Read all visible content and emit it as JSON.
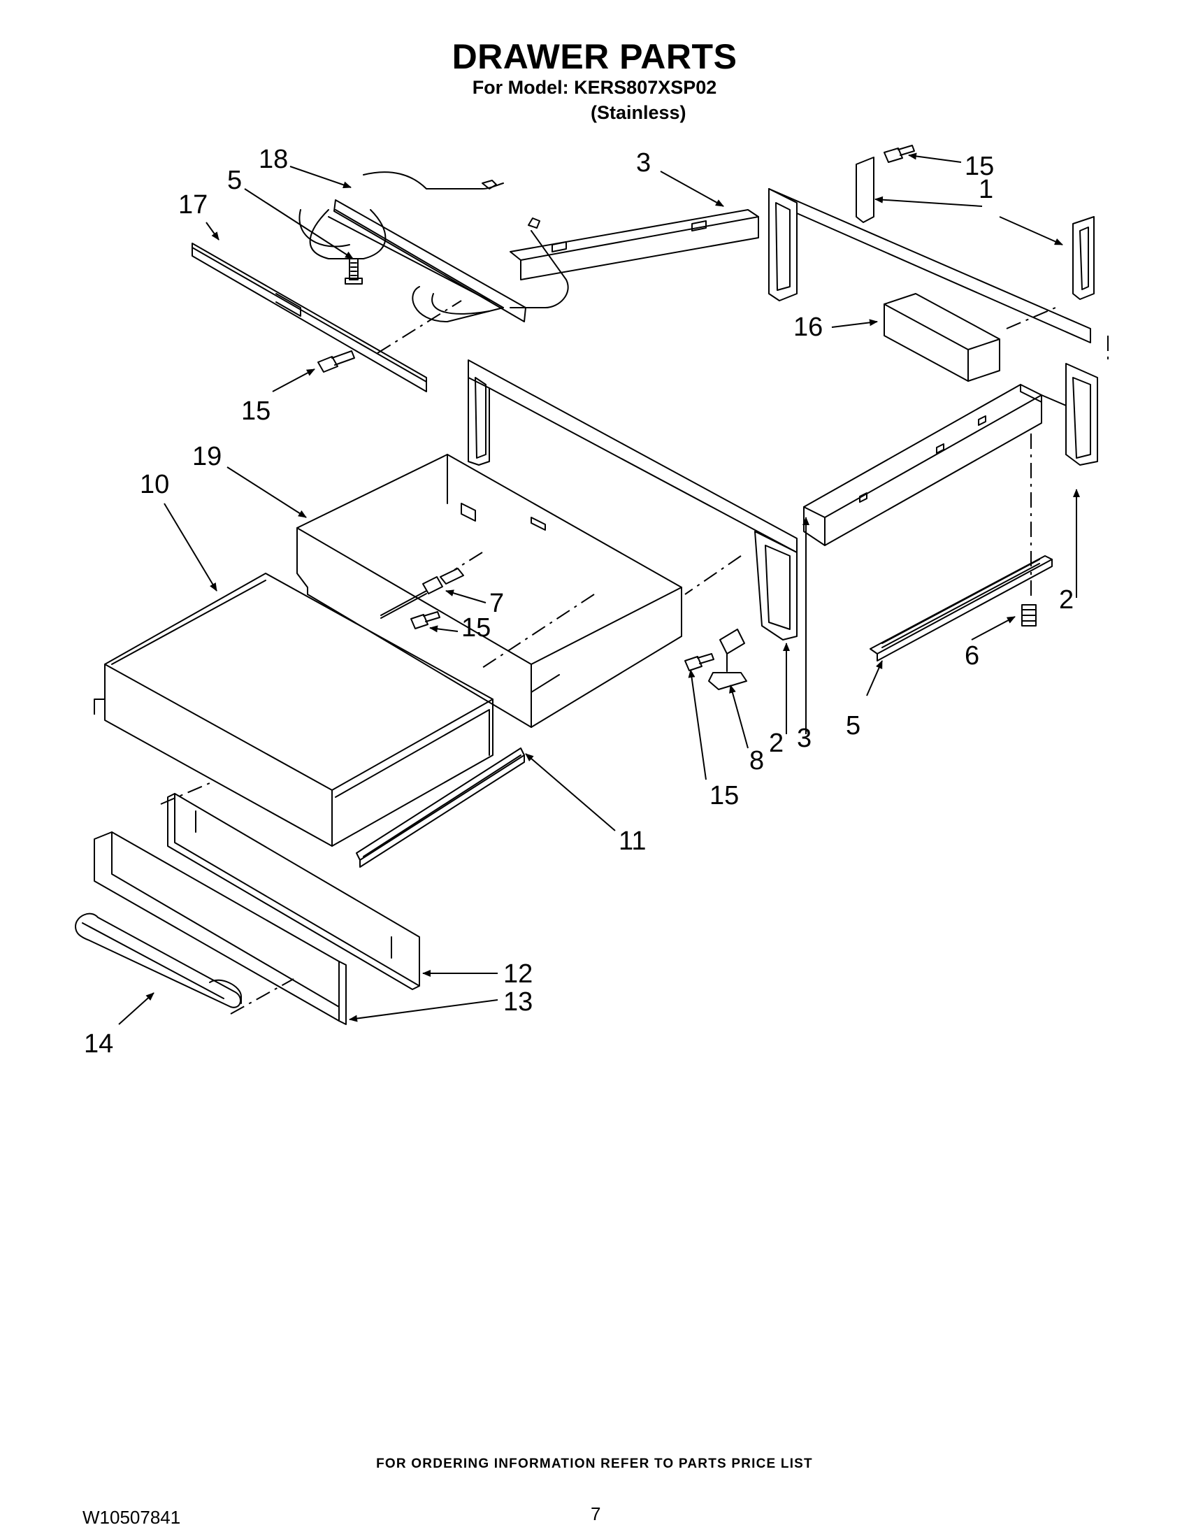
{
  "header": {
    "title": "DRAWER PARTS",
    "model_line": "For Model: KERS807XSP02",
    "finish_line": "(Stainless)"
  },
  "callouts": [
    {
      "id": "c1",
      "text": "1"
    },
    {
      "id": "c2a",
      "text": "2"
    },
    {
      "id": "c2b",
      "text": "2"
    },
    {
      "id": "c3a",
      "text": "3"
    },
    {
      "id": "c3b",
      "text": "3"
    },
    {
      "id": "c5a",
      "text": "5"
    },
    {
      "id": "c5b",
      "text": "5"
    },
    {
      "id": "c6",
      "text": "6"
    },
    {
      "id": "c7",
      "text": "7"
    },
    {
      "id": "c8",
      "text": "8"
    },
    {
      "id": "c10",
      "text": "10"
    },
    {
      "id": "c11",
      "text": "11"
    },
    {
      "id": "c12",
      "text": "12"
    },
    {
      "id": "c13",
      "text": "13"
    },
    {
      "id": "c14",
      "text": "14"
    },
    {
      "id": "c15a",
      "text": "15"
    },
    {
      "id": "c15b",
      "text": "15"
    },
    {
      "id": "c15c",
      "text": "15"
    },
    {
      "id": "c15d",
      "text": "15"
    },
    {
      "id": "c16",
      "text": "16"
    },
    {
      "id": "c17",
      "text": "17"
    },
    {
      "id": "c18",
      "text": "18"
    },
    {
      "id": "c19",
      "text": "19"
    }
  ],
  "footer": {
    "ordering_note": "FOR ORDERING INFORMATION REFER TO PARTS PRICE LIST",
    "document_number": "W10507841",
    "page_number": "7"
  }
}
